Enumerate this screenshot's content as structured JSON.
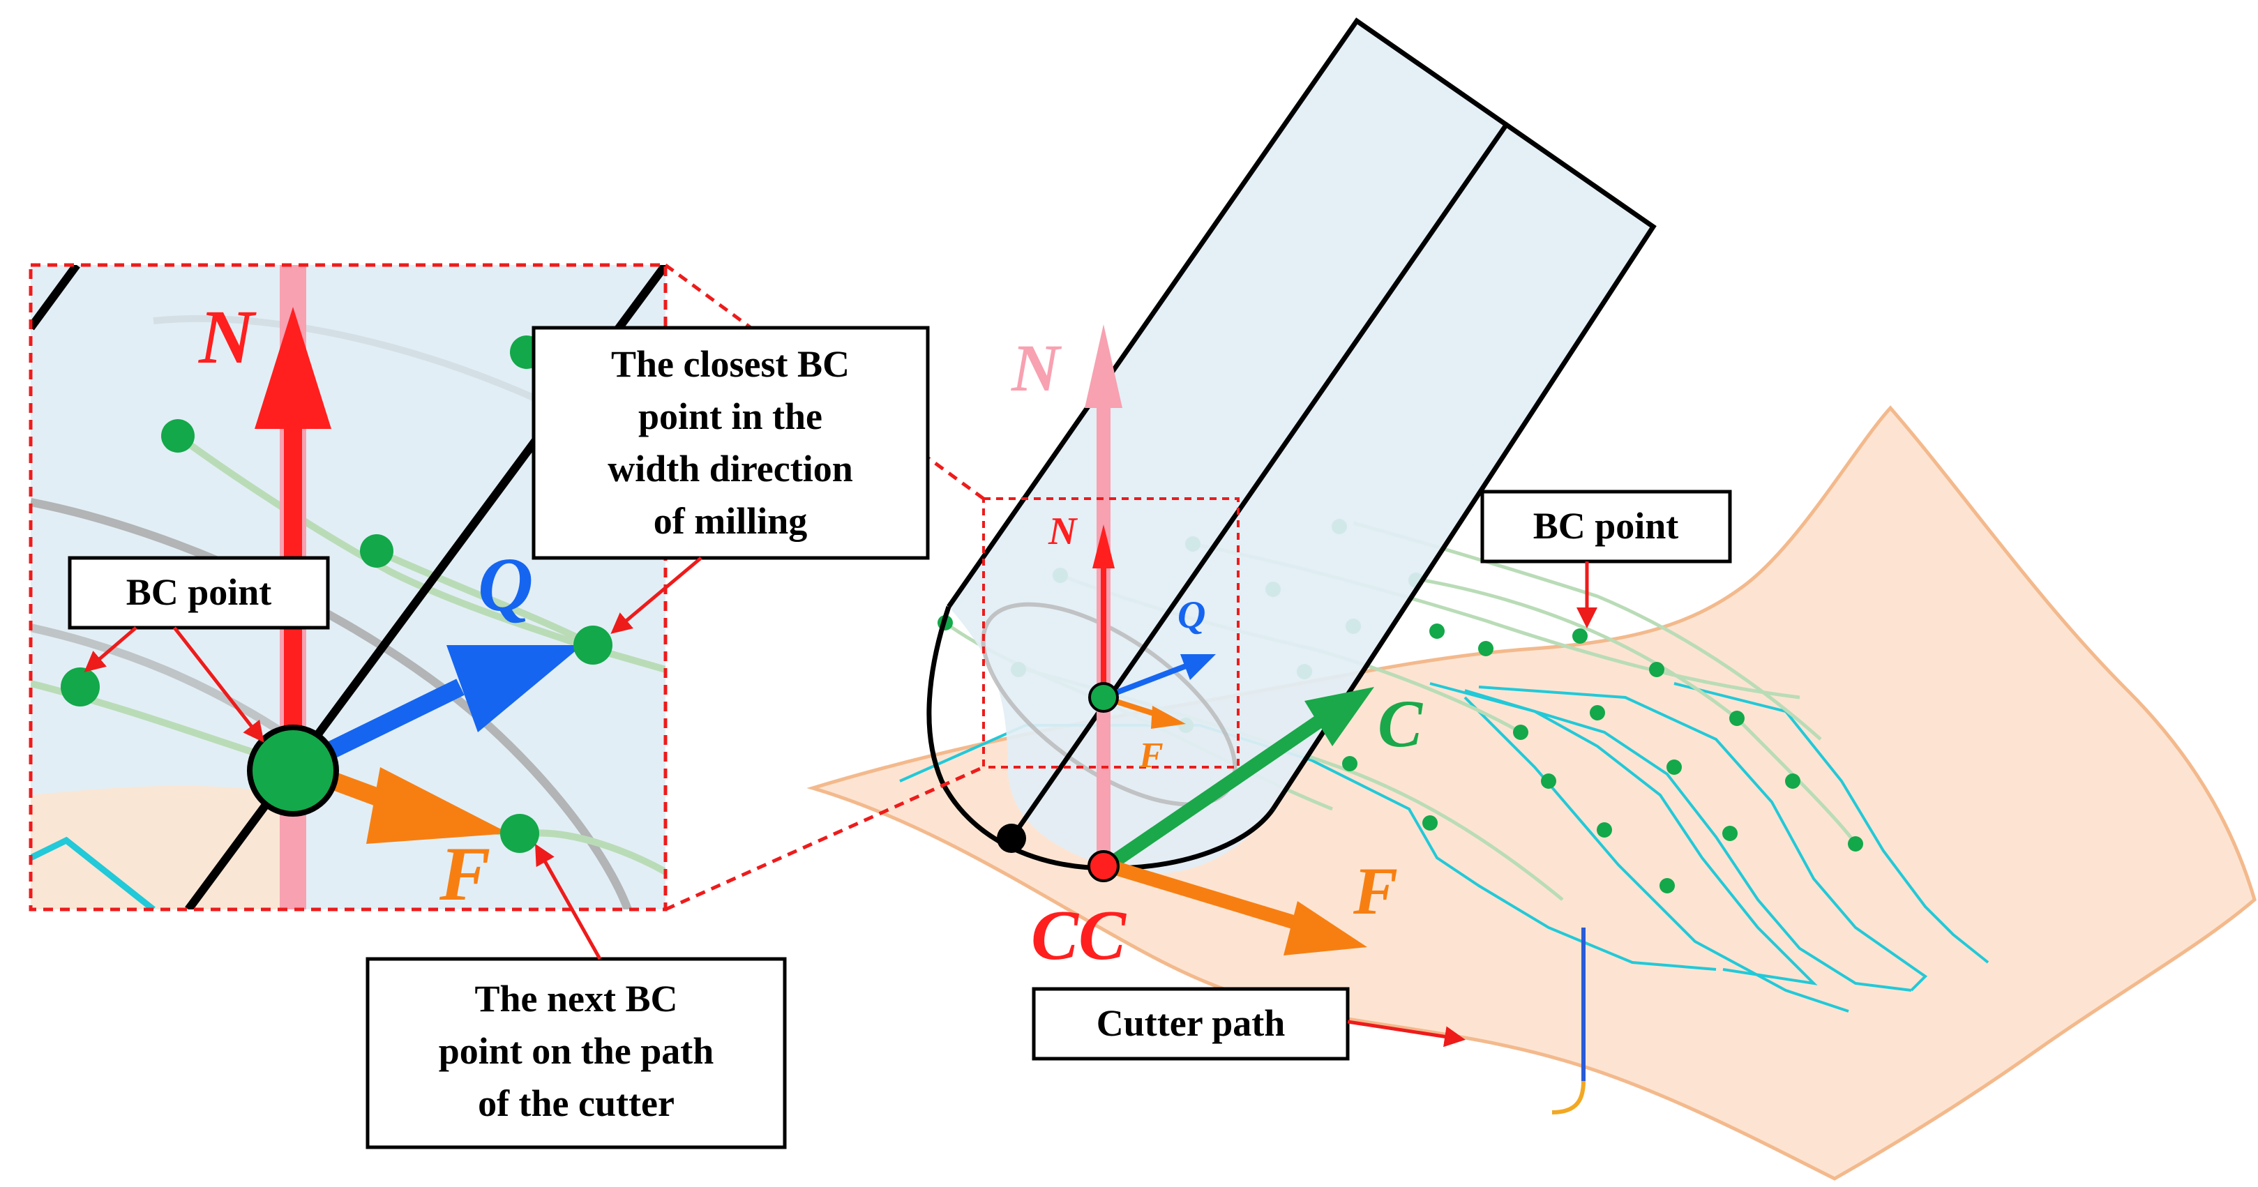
{
  "callouts": {
    "bc_point_inset": "BC point",
    "closest_bc": [
      "The closest BC",
      "point in the",
      "width direction",
      "of milling"
    ],
    "next_bc": [
      "The next BC",
      "point on the path",
      "of the cutter"
    ],
    "bc_point_main": "BC point",
    "cutter_path": "Cutter path"
  },
  "vectors": {
    "normal": "N",
    "feed": "F",
    "q": "Q",
    "contact": "C",
    "cutter_contact": "CC"
  },
  "colors": {
    "normal": "#ff1f1f",
    "normal_light": "#f7a1b1",
    "feed": "#f77f12",
    "q": "#1565f0",
    "contact": "#1aa84a",
    "bc_point": "#13a84a",
    "cutter_path": "#22c9d8",
    "surface": "#fde4d2",
    "surface_edge": "#f3b98c",
    "tool_fill": "#e2eef5",
    "inset_frame": "#ee1b1b"
  }
}
